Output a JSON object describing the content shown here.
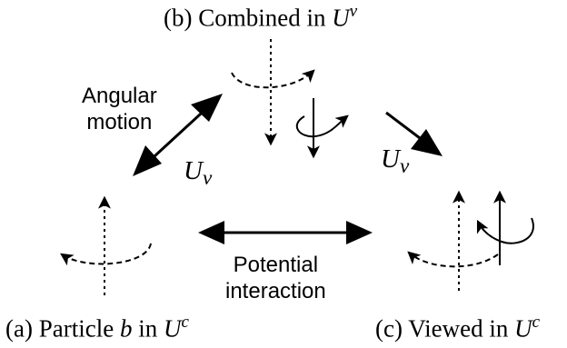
{
  "title_b": {
    "prefix": "(b) Combined in ",
    "sym": "U",
    "sup": "v"
  },
  "label_a": {
    "prefix": "(a) Particle ",
    "var": "b",
    "mid": " in ",
    "sym": "U",
    "sup": "c"
  },
  "label_c": {
    "prefix": "(c) Viewed in ",
    "sym": "U",
    "sup": "c"
  },
  "angular_motion": {
    "line1": "Angular",
    "line2": "motion"
  },
  "potential_interaction": {
    "line1": "Potential",
    "line2": "interaction"
  },
  "u_left": {
    "sym": "U",
    "sub": "v"
  },
  "u_right": {
    "sym": "U",
    "sub": "v"
  }
}
